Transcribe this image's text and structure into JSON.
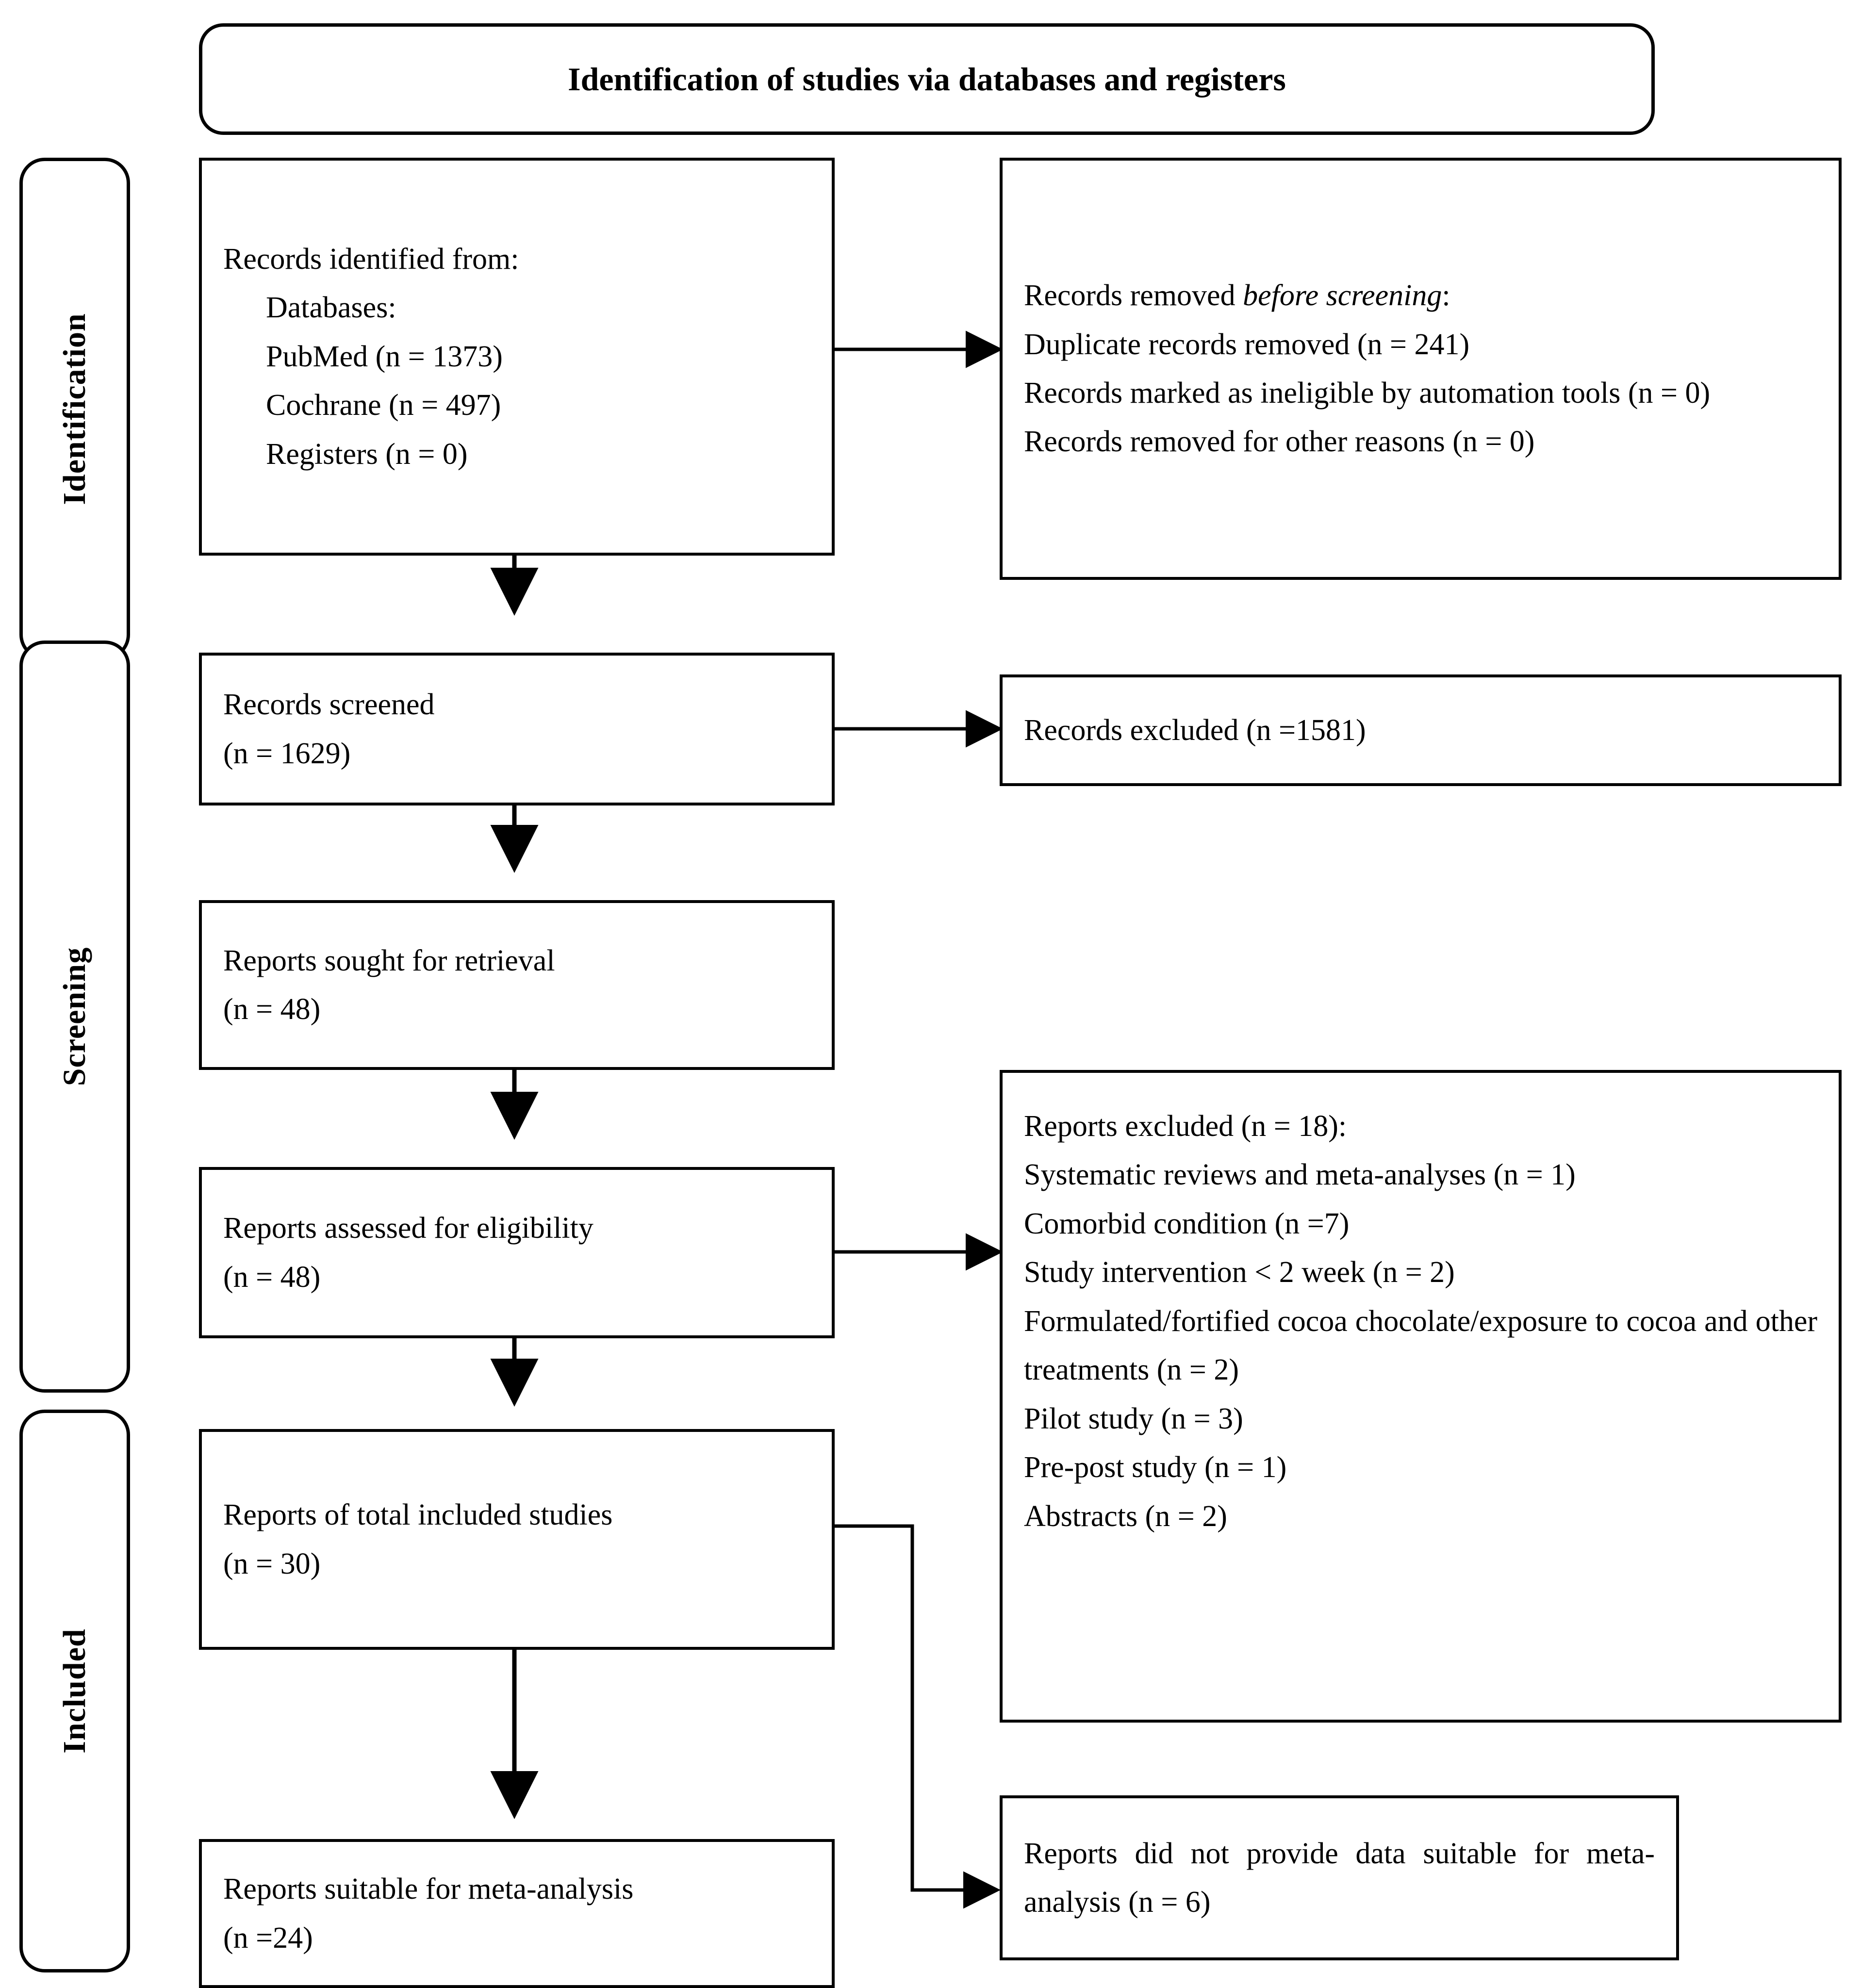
{
  "header": {
    "title": "Identification of studies via databases and registers"
  },
  "rails": [
    {
      "label": "Identification"
    },
    {
      "label": "Screening"
    },
    {
      "label": "Included"
    }
  ],
  "boxes": {
    "records_identified": {
      "lines": [
        "Records identified from:",
        "Databases:",
        "PubMed (n = 1373)",
        "Cochrane (n = 497)",
        "Registers (n = 0)"
      ]
    },
    "records_removed": {
      "line1_pre": "Records removed ",
      "line1_italic": "before screening",
      "line1_post": ":",
      "lines": [
        "Duplicate records removed (n = 241)",
        "Records marked as ineligible by automation tools (n = 0)",
        "Records removed for other reasons (n = 0)"
      ]
    },
    "records_screened": {
      "lines": [
        "Records screened",
        "(n = 1629)"
      ]
    },
    "records_excluded": {
      "lines": [
        "Records excluded (n =1581)"
      ]
    },
    "reports_sought": {
      "lines": [
        "Reports sought for retrieval",
        "(n = 48)"
      ]
    },
    "reports_assessed": {
      "lines": [
        "Reports assessed for eligibility",
        "(n = 48)"
      ]
    },
    "reports_excluded": {
      "lines": [
        "Reports excluded (n = 18):",
        "Systematic reviews and meta-analyses (n = 1)",
        "Comorbid condition (n =7)",
        "Study intervention < 2 week (n = 2)",
        "Formulated/fortified cocoa chocolate/exposure to cocoa and other treatments (n = 2)",
        "Pilot study (n = 3)",
        "Pre-post study (n = 1)",
        "Abstracts (n = 2)"
      ]
    },
    "reports_included": {
      "lines": [
        "Reports of total included studies",
        "(n = 30)"
      ]
    },
    "reports_meta": {
      "lines": [
        "Reports suitable for meta-analysis",
        "(n =24)"
      ]
    },
    "reports_no_data": {
      "lines": [
        "Reports did not provide data suitable for meta-analysis (n = 6)"
      ]
    }
  },
  "colors": {
    "stroke": "#000000",
    "background": "#ffffff"
  }
}
